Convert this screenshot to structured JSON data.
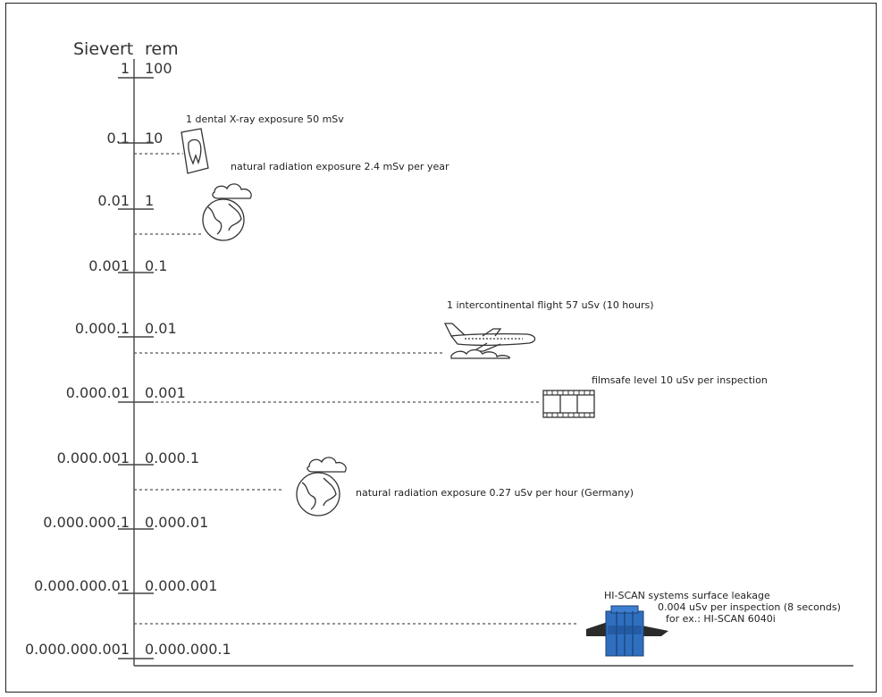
{
  "header": {
    "left": "Sievert",
    "right": "rem"
  },
  "scale": [
    {
      "sievert": "1",
      "rem": "100"
    },
    {
      "sievert": "0.1",
      "rem": "10"
    },
    {
      "sievert": "0.01",
      "rem": "1"
    },
    {
      "sievert": "0.001",
      "rem": "0.1"
    },
    {
      "sievert": "0.000.1",
      "rem": "0.01"
    },
    {
      "sievert": "0.000.01",
      "rem": "0.001"
    },
    {
      "sievert": "0.000.001",
      "rem": "0.000.1"
    },
    {
      "sievert": "0.000.000.1",
      "rem": "0.000.01"
    },
    {
      "sievert": "0.000.000.01",
      "rem": "0.000.001"
    },
    {
      "sievert": "0.000.000.001",
      "rem": "0.000.000.1"
    }
  ],
  "annotations": {
    "dental": "1 dental X-ray exposure 50 mSv",
    "natural_year": "natural radiation exposure 2.4 mSv per year",
    "flight": "1 intercontinental flight 57 uSv (10 hours)",
    "filmsafe": "filmsafe level 10 uSv per inspection",
    "natural_hour": "natural radiation exposure 0.27 uSv per hour (Germany)",
    "hiscan_line1": "HI-SCAN systems surface leakage",
    "hiscan_line2": "0.004 uSv per inspection (8 seconds)",
    "hiscan_line3": "for ex.: HI-SCAN 6040i"
  },
  "colors": {
    "hiscan_blue": "#2f6fc0",
    "line": "#444444"
  },
  "icons": [
    "tooth-xray-icon",
    "globe-clouds-icon",
    "airplane-icon",
    "film-strip-icon",
    "globe-clouds-icon",
    "xray-scanner-icon"
  ]
}
